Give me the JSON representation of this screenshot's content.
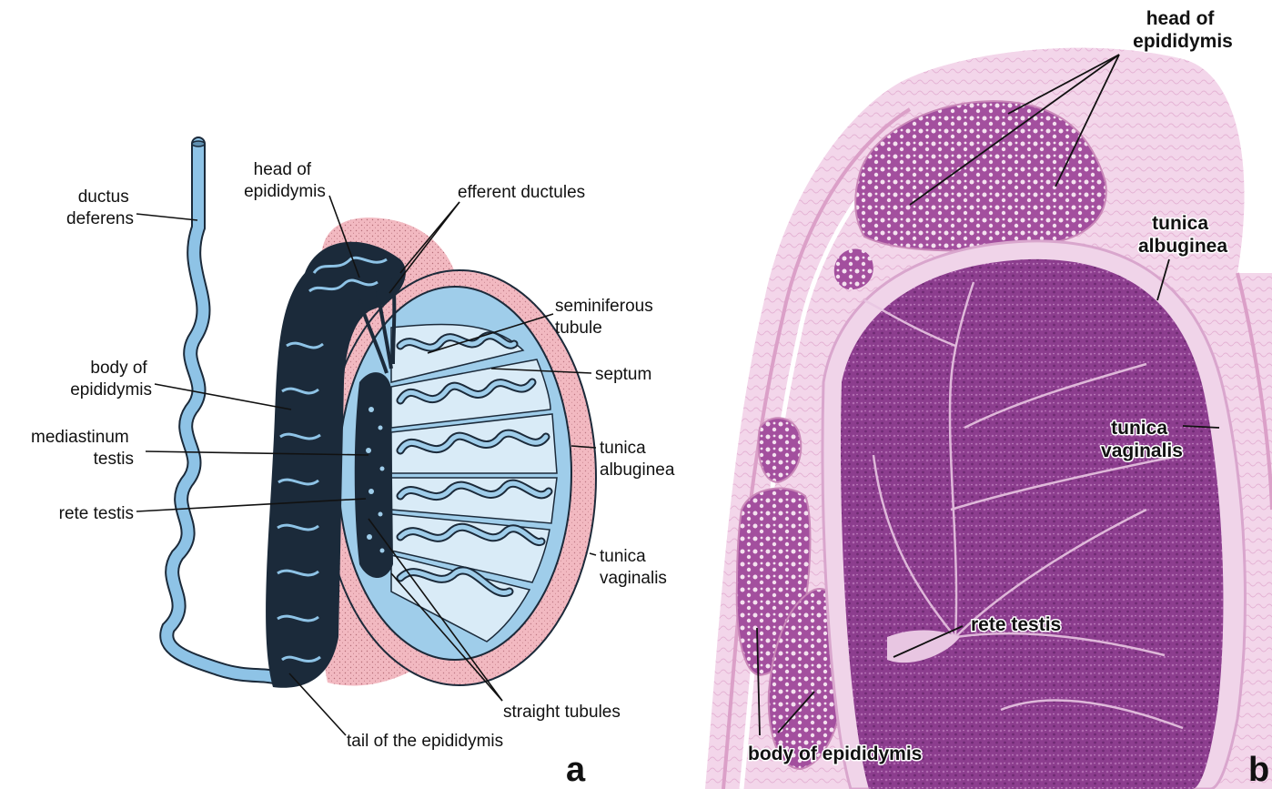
{
  "panel_a": {
    "letter": "a",
    "labels": {
      "ductus_deferens": [
        "ductus",
        "deferens"
      ],
      "head_of_epididymis": [
        "head of",
        "epididymis"
      ],
      "efferent_ductules": "efferent ductules",
      "seminiferous_tubule": [
        "seminiferous",
        "tubule"
      ],
      "septum": "septum",
      "body_of_epididymis": [
        "body of",
        "epididymis"
      ],
      "mediastinum_testis": [
        "mediastinum",
        "testis"
      ],
      "tunica_albuginea": [
        "tunica",
        "albuginea"
      ],
      "rete_testis": "rete testis",
      "tunica_vaginalis": [
        "tunica",
        "vaginalis"
      ],
      "straight_tubules": "straight tubules",
      "tail_of_epididymis": "tail of the epididymis"
    }
  },
  "panel_b": {
    "letter": "b",
    "labels": {
      "head_of_epididymis": [
        "head of",
        "epididymis"
      ],
      "tunica_albuginea": [
        "tunica",
        "albuginea"
      ],
      "tunica_vaginalis": [
        "tunica",
        "vaginalis"
      ],
      "rete_testis": "rete testis",
      "body_of_epididymis": "body of epididymis"
    }
  },
  "colors": {
    "tubule_blue": "#8ec3e6",
    "testis_blue": "#9fcdea",
    "lobule_light": "#d9ebf7",
    "capsule_pink": "#f2b9c1",
    "histo_purple": "#8e3f8f",
    "histo_pink": "#eab6d8"
  }
}
